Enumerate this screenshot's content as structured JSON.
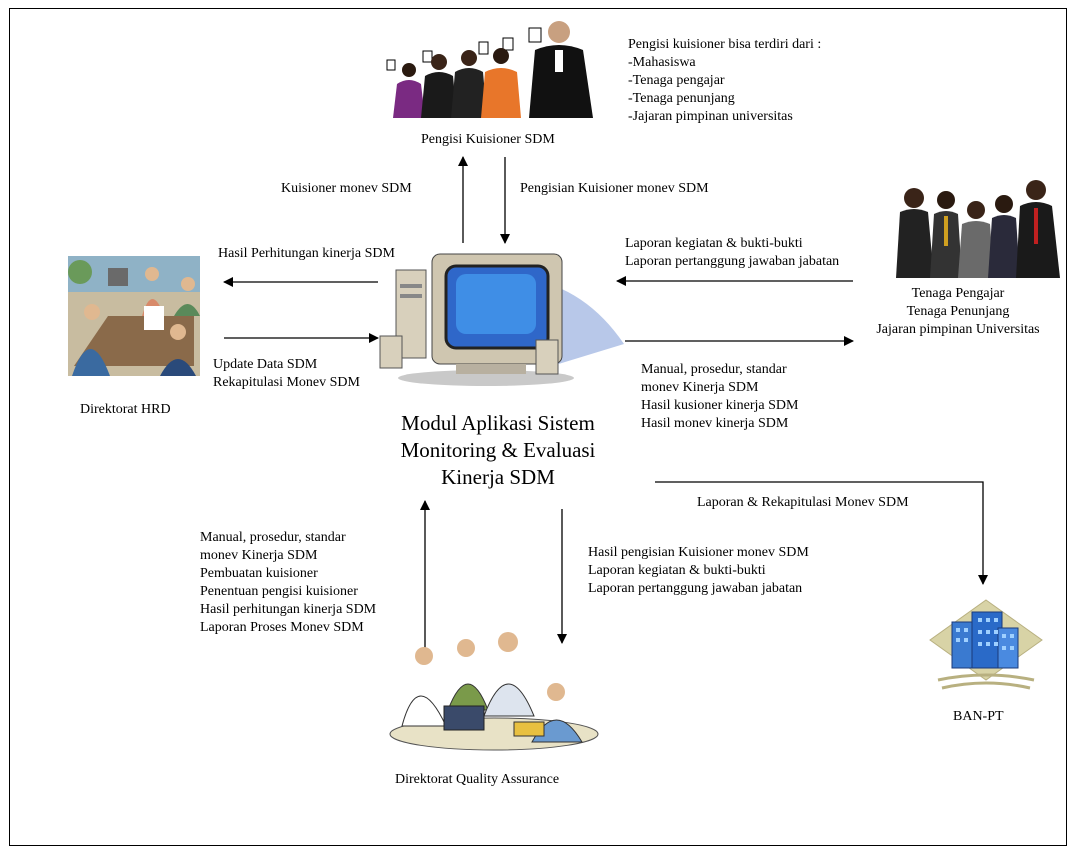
{
  "module_title": [
    "Modul Aplikasi Sistem",
    "Monitoring & Evaluasi",
    "Kinerja SDM"
  ],
  "nodes": {
    "pengisi": "Pengisi Kuisioner SDM",
    "hrd": "Direktorat HRD",
    "tenaga": [
      "Tenaga Pengajar",
      "Tenaga Penunjang",
      "Jajaran pimpinan Universitas"
    ],
    "qa": "Direktorat Quality Assurance",
    "banpt": "BAN-PT"
  },
  "pengisi_note": [
    "Pengisi kuisioner bisa terdiri dari :",
    "-Mahasiswa",
    "-Tenaga pengajar",
    "-Tenaga penunjang",
    "-Jajaran pimpinan universitas"
  ],
  "flows": {
    "kuisioner_out": "Kuisioner monev SDM",
    "pengisian_in": "Pengisian Kuisioner monev SDM",
    "hasil_to_hrd": "Hasil Perhitungan kinerja SDM",
    "hrd_in": [
      "Update Data SDM",
      "Rekapitulasi Monev  SDM"
    ],
    "tenaga_in": [
      "Laporan kegiatan & bukti-bukti",
      "Laporan pertanggung jawaban jabatan"
    ],
    "to_tenaga": [
      "Manual, prosedur, standar",
      "monev Kinerja SDM",
      "Hasil kusioner  kinerja SDM",
      "Hasil monev kinerja SDM"
    ],
    "to_banpt": "Laporan & Rekapitulasi Monev  SDM",
    "qa_in": [
      "Manual, prosedur, standar",
      "monev Kinerja SDM",
      "Pembuatan kuisioner",
      "Penentuan pengisi kuisioner",
      "Hasil perhitungan  kinerja SDM",
      "Laporan Proses Monev SDM"
    ],
    "to_qa": [
      "Hasil pengisian Kuisioner monev SDM",
      "Laporan kegiatan & bukti-bukti",
      "Laporan pertanggung jawaban jabatan"
    ]
  }
}
